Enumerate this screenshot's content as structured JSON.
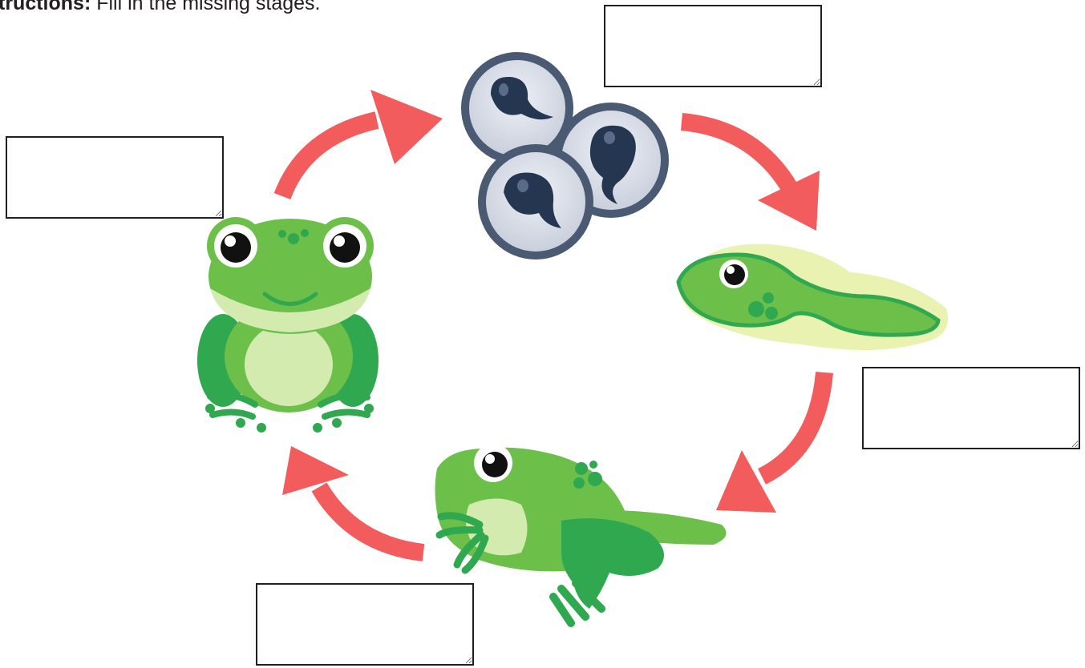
{
  "instructions": {
    "label": "tructions:",
    "text": " Fill in the missing stages."
  },
  "diagram": {
    "stages": [
      {
        "id": "eggs",
        "icon": "frog-eggs-icon",
        "answer": ""
      },
      {
        "id": "tadpole",
        "icon": "tadpole-icon",
        "answer": ""
      },
      {
        "id": "froglet",
        "icon": "froglet-icon",
        "answer": ""
      },
      {
        "id": "adult-frog",
        "icon": "adult-frog-icon",
        "answer": ""
      }
    ],
    "colors": {
      "arrow": "#f25c5c",
      "frog_green": "#6cc04a",
      "frog_dark_green": "#2fa84f",
      "frog_belly": "#d4ebb0",
      "egg_ring": "#4a5a73",
      "egg_fill": "#d9dde8",
      "embryo": "#253651",
      "tadpole_halo": "#e9f2b0"
    }
  }
}
